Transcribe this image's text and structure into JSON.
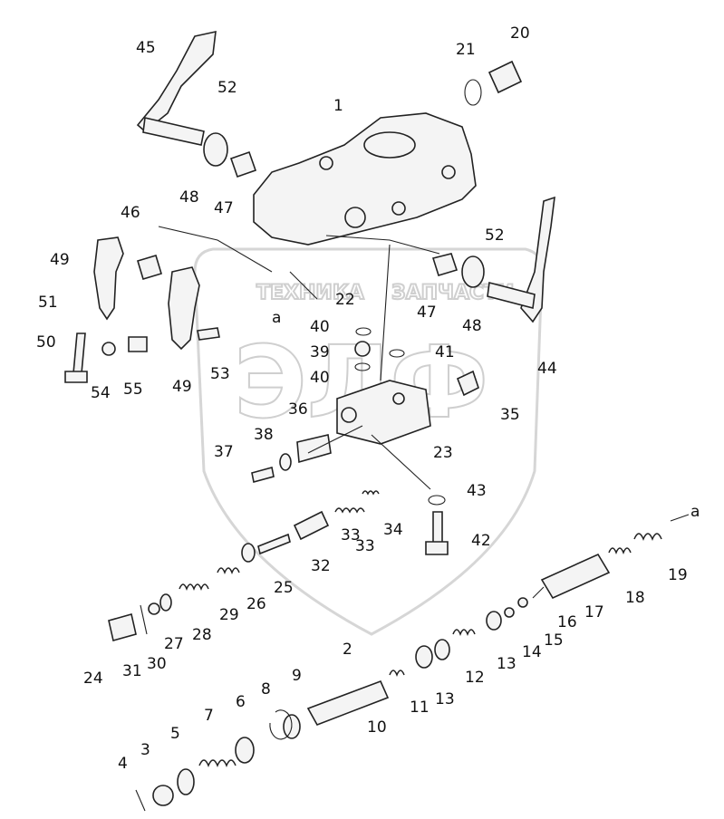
{
  "watermark": {
    "line1": "ТЕХНИКА",
    "line2": "ЗАПЧАСТИ",
    "logo": "ЭЛФ"
  },
  "section_marker": "a",
  "part_labels": [
    "1",
    "2",
    "3",
    "4",
    "5",
    "6",
    "7",
    "8",
    "9",
    "10",
    "11",
    "12",
    "13",
    "13",
    "14",
    "15",
    "16",
    "17",
    "18",
    "19",
    "20",
    "21",
    "22",
    "23",
    "24",
    "25",
    "26",
    "27",
    "28",
    "29",
    "30",
    "31",
    "32",
    "33",
    "33",
    "34",
    "35",
    "36",
    "37",
    "38",
    "39",
    "40",
    "40",
    "41",
    "42",
    "43",
    "44",
    "45",
    "46",
    "47",
    "47",
    "48",
    "48",
    "49",
    "49",
    "50",
    "51",
    "52",
    "52",
    "53",
    "54",
    "55"
  ]
}
